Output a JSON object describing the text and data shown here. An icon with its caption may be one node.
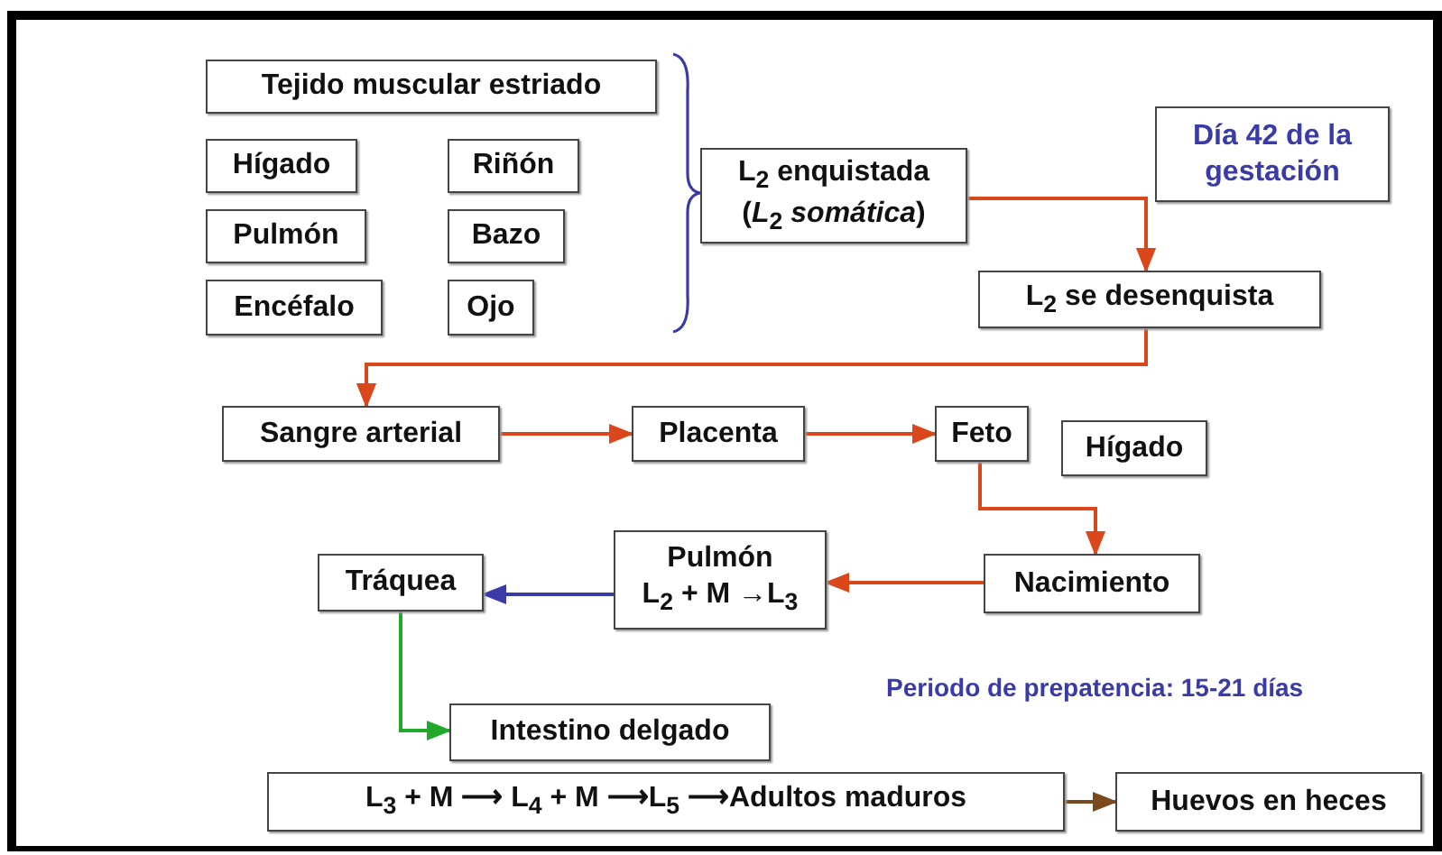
{
  "diagram": {
    "nodes": [
      {
        "text": [
          "Tejido muscular estriado"
        ]
      },
      {
        "text": [
          "Hígado"
        ]
      },
      {
        "text": [
          "Riñón"
        ]
      },
      {
        "text": [
          "Pulmón"
        ]
      },
      {
        "text": [
          "Bazo"
        ]
      },
      {
        "text": [
          "Encéfalo"
        ]
      },
      {
        "text": [
          "Ojo"
        ]
      },
      {
        "text": [
          "L$_{2}$ enquistada (*L*$_{2}$ *somática*)"
        ]
      },
      {
        "text": [
          "Día 42 de la gestación"
        ]
      },
      {
        "text": [
          "L$_{2}$ se desenquista"
        ]
      },
      {
        "text": [
          "Sangre arterial"
        ]
      },
      {
        "text": [
          "Placenta"
        ]
      },
      {
        "text": [
          "Feto"
        ]
      },
      {
        "text": [
          "Hígado"
        ]
      },
      {
        "text": [
          "Nacimiento"
        ]
      },
      {
        "text": [
          "Pulmón",
          "L$_{2}$ + M →L$_{3}$"
        ]
      },
      {
        "text": [
          "Tráquea"
        ]
      },
      {
        "text": [
          "Intestino delgado"
        ]
      },
      {
        "text": [
          "L$_{3}$ + M ⟶ L$_{4}$ + M ⟶L$_{5}$ ⟶Adultos maduros"
        ]
      },
      {
        "text": [
          "Huevos en heces"
        ]
      }
    ],
    "edges": [
      {
        "from": 7,
        "to": 9,
        "arrow": "to"
      },
      {
        "from": 9,
        "to": 10,
        "arrow": "to"
      },
      {
        "from": 10,
        "to": 11,
        "arrow": "to"
      },
      {
        "from": 11,
        "to": 12,
        "arrow": "to"
      },
      {
        "from": 12,
        "to": 14,
        "arrow": "to"
      },
      {
        "from": 14,
        "to": 15,
        "arrow": "to"
      },
      {
        "from": 15,
        "to": 16,
        "arrow": "to",
        "color": "#3b3ba8"
      },
      {
        "from": 16,
        "to": 17,
        "arrow": "to",
        "color": "#22a82a"
      },
      {
        "from": 18,
        "to": 19,
        "arrow": "to",
        "color": "#7a4a1e"
      }
    ],
    "labels": [
      "Periodo de prepatencia: 15-21 días"
    ]
  }
}
